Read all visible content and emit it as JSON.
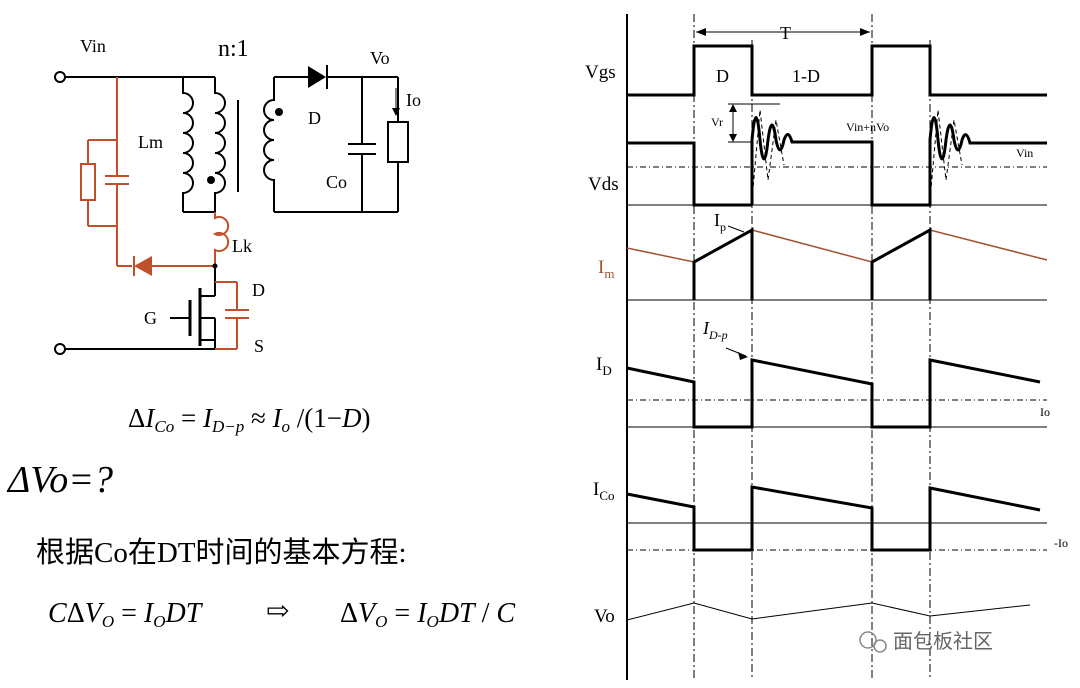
{
  "circuit": {
    "vin": "Vin",
    "ratio": "n:1",
    "vo": "Vo",
    "io": "Io",
    "lm": "Lm",
    "diode_d": "D",
    "co": "Co",
    "lk": "Lk",
    "drain": "D",
    "gate": "G",
    "source": "S"
  },
  "equations": {
    "eq1": "ΔI_Co = I_D−p ≈ I_o /(1−D)",
    "question": "ΔVo=?",
    "chinese": "根据Co在DT时间的基本方程:",
    "eq2_left": "CΔV_O = I_O DT",
    "arrow": "⇨",
    "eq2_right": "ΔV_O = I_O DT / C"
  },
  "waveforms": {
    "period": "T",
    "duty": "D",
    "one_minus_d": "1-D",
    "vgs": "Vgs",
    "vr": "Vr",
    "vin_nvo": "Vin+nVo",
    "vin": "Vin",
    "vds": "Vds",
    "ip": "I",
    "ip_sub": "p",
    "im": "I",
    "im_sub": "m",
    "idp": "I",
    "idp_sub": "D-p",
    "id": "I",
    "id_sub": "D",
    "io": "Io",
    "ico": "I",
    "ico_sub": "Co",
    "neg_io": "-Io",
    "vo": "Vo"
  },
  "watermark": "面包板社区",
  "colors": {
    "accent": "#c0502a",
    "im_label": "#a0522d"
  }
}
